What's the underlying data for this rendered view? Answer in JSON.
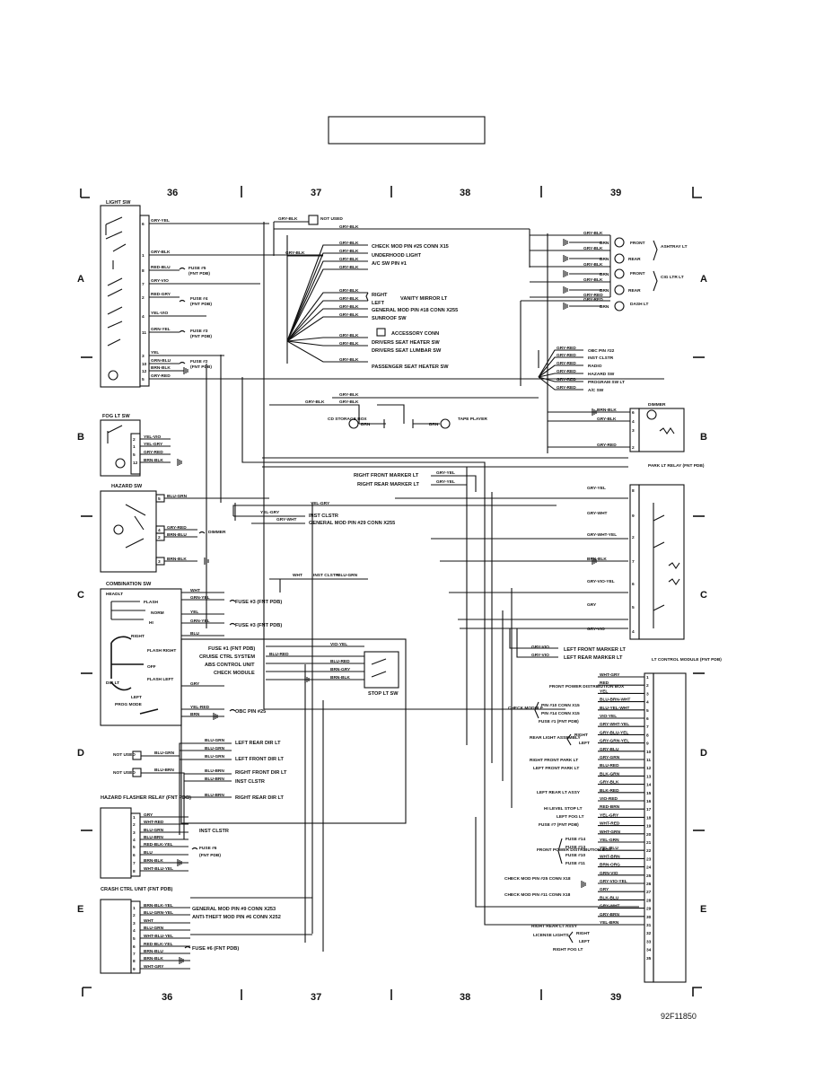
{
  "frame": {
    "columns": [
      "36",
      "37",
      "38",
      "39"
    ],
    "rows": [
      "A",
      "B",
      "C",
      "D",
      "E"
    ],
    "figure_code": "92F11850"
  },
  "light_sw": {
    "title": "LIGHT SW",
    "pins": [
      "6",
      "1",
      "8",
      "7",
      "2",
      "4",
      "11",
      "3",
      "10",
      "12",
      "5"
    ],
    "wires": [
      "GRY-YEL",
      "GRY-BLK",
      "RED-BLU",
      "GRY-VIO",
      "RED-GRY",
      "YEL-VIO",
      "GRN-YEL",
      "YEL",
      "GRN-BLU",
      "BRN-BLK",
      "GRY-RED"
    ],
    "fuse5": "FUSE #5",
    "fuse5_sub": "(FNT PDB)",
    "fuse4": "FUSE #4",
    "fuse4_sub": "(FNT PDB)",
    "fuse3": "FUSE #3",
    "fuse3_sub": "(FNT PDB)",
    "fuse2": "FUSE #2",
    "fuse2_sub": "(FNT PDB)"
  },
  "top": {
    "not_used": "NOT USED",
    "gry_blk": "GRY-BLK",
    "check_mod": "CHECK MOD PIN #25 CONN X15",
    "underhood": "UNDERHOOD LIGHT",
    "ac_sw": "A/C SW PIN #1",
    "right": "RIGHT",
    "left": "LEFT",
    "vanity": "VANITY MIRROR LT",
    "gen_mod": "GENERAL MOD PIN #18 CONN X255",
    "sunroof": "SUNROOF SW",
    "accessory": "ACCESSORY CONN",
    "drv_heater": "DRIVERS SEAT HEATER SW",
    "drv_lumbar": "DRIVERS SEAT LUMBAR SW",
    "pass_heater": "PASSENGER SEAT HEATER SW",
    "cd_box": "CD STORAGE BOX",
    "tape": "TAPE PLAYER",
    "brn": "BRN"
  },
  "right_top": {
    "front": "FRONT",
    "rear": "REAR",
    "ashtray": "ASHTRAY LT",
    "cig": "CIG LTR LT",
    "dash": "DASH LT",
    "wires": [
      "GRY-BLK",
      "BRN",
      "BRN",
      "GRY-BLK",
      "BRN-BLK",
      "BRN",
      "GRY-BLK",
      "BRN-BLK",
      "GRY-RED",
      "BRN"
    ],
    "obc": "OBC PIN #22",
    "inst": "INST CLSTR",
    "radio": "RADIO",
    "hazard": "HAZARD SW",
    "program": "PROGRAM SW LT",
    "ac": "A/C SW",
    "gry_red": "GRY-RED",
    "dimmer": "DIMMER"
  },
  "fog": {
    "title": "FOG LT SW",
    "pins": [
      "2",
      "1",
      "5",
      "12"
    ],
    "wires": [
      "YEL-VIO",
      "YEL-GRY",
      "GRY-RED",
      "BRN-BLK"
    ]
  },
  "markers": {
    "rf": "RIGHT FRONT MARKER LT",
    "rr": "RIGHT REAR MARKER LT",
    "lf": "LEFT FRONT MARKER LT",
    "lr": "LEFT REAR MARKER LT",
    "gry_yel": "GRY-YEL",
    "gry_vio": "GRY-VIO"
  },
  "park_relay": {
    "title": "PARK LT RELAY (FNT PDB)",
    "pins": [
      "8",
      "9",
      "2",
      "7",
      "6",
      "5",
      "4"
    ],
    "wires": [
      "GRY-YEL",
      "GRY-WHT",
      "GRY-WHT-YEL",
      "BRN-BLK",
      "GRY-VIO-YEL",
      "GRY",
      "GRY-VIO"
    ]
  },
  "hazard": {
    "title": "HAZARD SW",
    "pins": [
      "5",
      "4",
      "2",
      "3"
    ],
    "wires": [
      "BLU-GRN",
      "GRY-RED",
      "BRN-BLU",
      "BRN-BLK"
    ],
    "dimmer": "DIMMER",
    "yel_gry": "YEL-GRY",
    "gry_wht": "GRY-WHT",
    "inst": "INST CLSTR",
    "gen_mod": "GENERAL MOD PIN #29 CONN X255",
    "wht": "WHT",
    "blu_grn": "BLU-GRN"
  },
  "combo": {
    "title": "COMBINATION SW",
    "headlt": "HEADLT",
    "flash": "FLASH",
    "norm": "NORM",
    "hi": "HI",
    "right": "RIGHT",
    "flash_right": "FLASH RIGHT",
    "off": "OFF",
    "dir_lt": "DIR LT",
    "flash_left": "FLASH LEFT",
    "left": "LEFT",
    "prog": "PROG MODE",
    "wires": [
      "WHT",
      "GRN-YEL",
      "YEL",
      "GRN-YEL",
      "BLU",
      "GRY",
      "YEL-RED",
      "BRN"
    ],
    "fuse3": "FUSE #3 (FNT PDB)",
    "obc25": "OBC PIN #25",
    "fuse1": "FUSE #1 (FNT PDB)",
    "cruise": "CRUISE CTRL SYSTEM",
    "abs": "ABS CONTROL UNIT",
    "check": "CHECK MODULE",
    "stop": "STOP LT SW",
    "stop_wires": [
      "VIO-YEL",
      "BLU-RED",
      "BLU-RED",
      "BRN-GRY",
      "BRN-BLK"
    ]
  },
  "dir": {
    "not_used": "NOT USED",
    "blu_grn": "BLU-GRN",
    "blu_brn": "BLU-BRN",
    "lrd": "LEFT REAR DIR LT",
    "lfd": "LEFT FRONT DIR LT",
    "rfd": "RIGHT FRONT DIR LT",
    "inst": "INST CLSTR",
    "rrd": "RIGHT REAR DIR LT"
  },
  "flasher": {
    "title": "HAZARD FLASHER RELAY (FNT PDB)",
    "pins": [
      "1",
      "2",
      "3",
      "4",
      "5",
      "6",
      "7",
      "8"
    ],
    "wires": [
      "GRY",
      "WHT-RED",
      "BLU-GRN",
      "BLU-BRN",
      "RED-BLK-YEL",
      "BLU",
      "BRN-BLK",
      "WHT-BLU-YEL"
    ],
    "inst": "INST CLSTR",
    "fuse6": "FUSE #6",
    "fuse6_sub": "(FNT PDB)"
  },
  "crash": {
    "title": "CRASH CTRL UNIT (FNT PDB)",
    "pins": [
      "1",
      "2",
      "3",
      "4",
      "5",
      "6",
      "7",
      "8",
      "9"
    ],
    "wires": [
      "BRN-BLK-YEL",
      "BLU-GRN-YEL",
      "WHT",
      "BLU-GRN",
      "WHT-BLU-YEL",
      "RED-BLK-YEL",
      "BRN-BLU",
      "BRN-BLK",
      "WHT-GRY"
    ],
    "gen": "GENERAL MOD PIN #9 CONN X253",
    "anti": "ANTI-THEFT MOD PIN #6 CONN X252",
    "fuse6": "FUSE #6 (FNT PDB)"
  },
  "ltcm": {
    "title": "LT CONTROL MODULE (FNT PDB)",
    "pins": [
      "1",
      "2",
      "3",
      "4",
      "5",
      "6",
      "7",
      "8",
      "9",
      "10",
      "11",
      "12",
      "13",
      "14",
      "15",
      "16",
      "17",
      "18",
      "19",
      "20",
      "21",
      "22",
      "23",
      "24",
      "25",
      "26",
      "27",
      "28",
      "29",
      "30",
      "31",
      "32",
      "33",
      "34",
      "35"
    ],
    "wires": [
      "WHT-GRY",
      "RED",
      "YEL",
      "BLU-BRN-WHT",
      "BLU-YEL-WHT",
      "VIO-YEL",
      "GRY-WHT-YEL",
      "GRY-BLU-YEL",
      "GRY-GRN-YEL",
      "GRY-BLU",
      "GRY-GRN",
      "BLU-RED",
      "BLK-GRN",
      "GRY-BLK",
      "BLK-RED",
      "VIO-RED",
      "RED-BRN",
      "YEL-GRY",
      "WHT-RED",
      "WHT-GRN",
      "YEL-GRN",
      "YEL-BLU",
      "WHT-BRN",
      "BRN-ORG",
      "GRN-VIO",
      "GRY-VIO-YEL",
      "GRY",
      "BLK-BLU",
      "GRY-WHT",
      "GRY-BRN",
      "YEL-BRN"
    ],
    "labels": {
      "front_power": "FRONT POWER DISTRIBUTION BOX",
      "check": "CHECK MODULE",
      "pin10": "PIN #10 CONN X15",
      "pin14": "PIN #14 CONN X15",
      "fuse1": "FUSE #1 (FNT PDB)",
      "rear_light": "REAR LIGHT ASSEMBLY",
      "right": "RIGHT",
      "left": "LEFT",
      "rfp": "RIGHT FRONT PARK LT",
      "lfp": "LEFT FRONT PARK LT",
      "lra": "LEFT REAR LT ASSY",
      "hi_stop": "HI LEVEL STOP LT",
      "lfog": "LEFT FOG LT",
      "fuse7": "FUSE #7 (FNT PDB)",
      "fpdb": "FRONT POWER DISTRIBUTION BOX",
      "fuse14": "FUSE #14",
      "fuse13": "FUSE #13",
      "fuse10": "FUSE #10",
      "fuse11": "FUSE #11",
      "check25": "CHECK MOD PIN #25 CONN X18",
      "check11": "CHECK MOD PIN #11 CONN X18",
      "rra": "RIGHT REAR LT ASSY",
      "license": "LICENSE LIGHTS",
      "rfog": "RIGHT FOG LT"
    }
  }
}
